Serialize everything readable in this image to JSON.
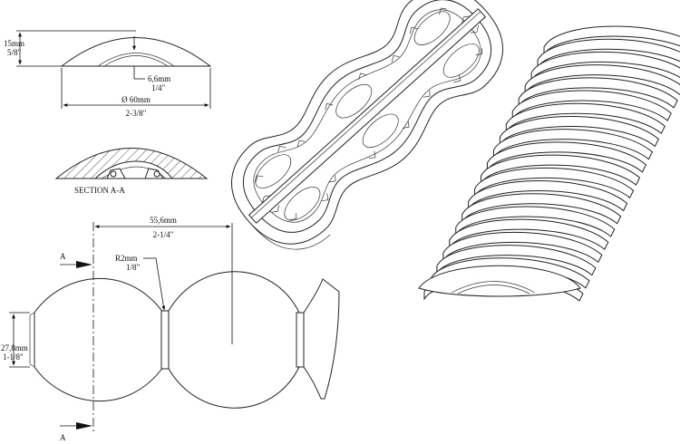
{
  "top_view": {
    "height_mm": "15mm",
    "height_in": "5/8\"",
    "depth_mm": "6,6mm",
    "depth_in": "1/4\"",
    "diameter_mm": "Ø 60mm",
    "diameter_in": "2-3/8\""
  },
  "section": {
    "label": "SECTION  A-A"
  },
  "plan_view": {
    "pitch_mm": "55,6mm",
    "pitch_in": "2-1/4\"",
    "radius_mm": "R2mm",
    "radius_in": "1/8\"",
    "width_mm": "27,8mm",
    "width_in": "1-1/8\"",
    "cut_label_top": "A",
    "cut_label_bottom": "A"
  }
}
